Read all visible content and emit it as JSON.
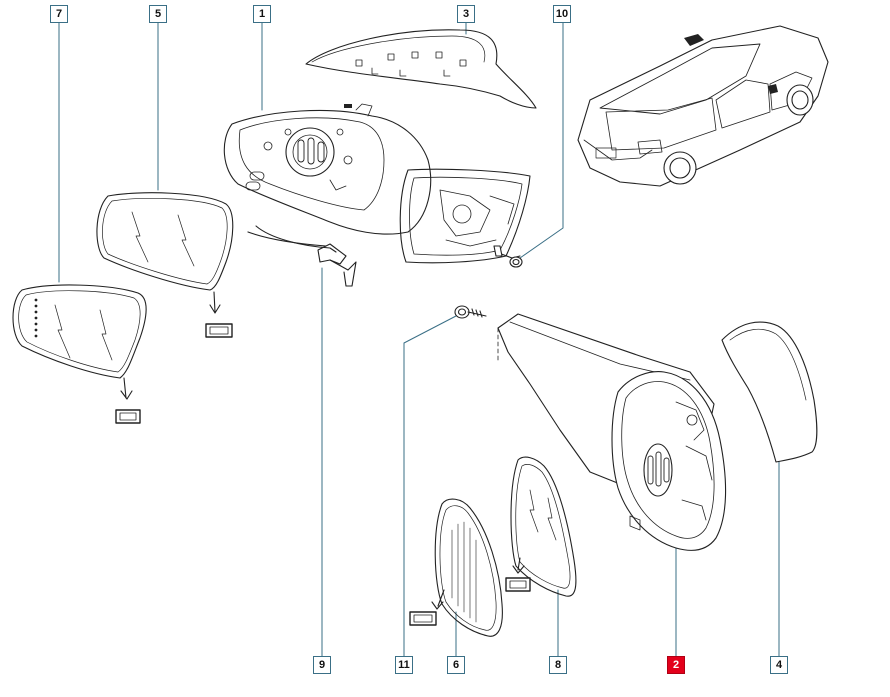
{
  "callouts": [
    {
      "id": "7",
      "label": "7"
    },
    {
      "id": "5",
      "label": "5"
    },
    {
      "id": "1",
      "label": "1"
    },
    {
      "id": "3",
      "label": "3"
    },
    {
      "id": "10",
      "label": "10"
    },
    {
      "id": "9",
      "label": "9"
    },
    {
      "id": "11",
      "label": "11"
    },
    {
      "id": "6",
      "label": "6"
    },
    {
      "id": "8",
      "label": "8"
    },
    {
      "id": "2",
      "label": "2",
      "selected": true
    },
    {
      "id": "4",
      "label": "4"
    }
  ],
  "colors": {
    "line": "#222222",
    "leader": "#3a6f86",
    "callout_border": "#3a6f86",
    "selected_fill": "#e3001b"
  }
}
